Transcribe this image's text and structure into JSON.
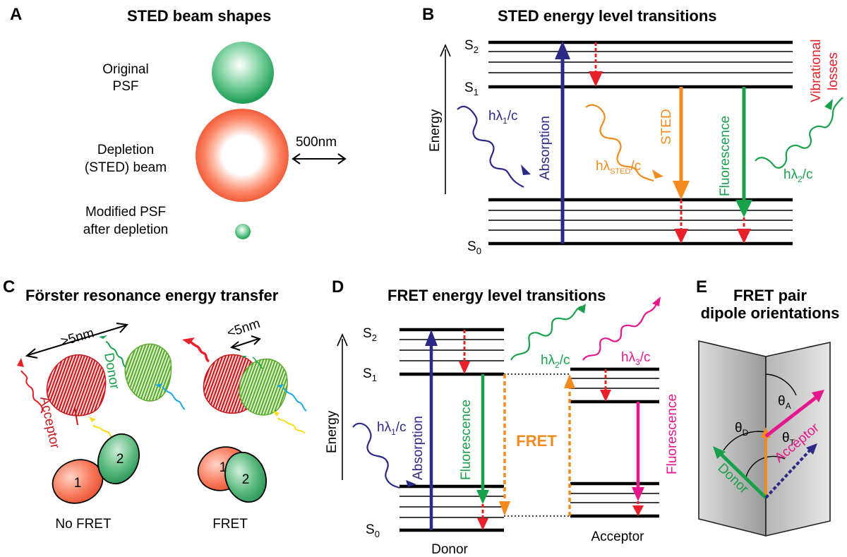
{
  "panels": {
    "A": {
      "letter": "A",
      "title": "STED beam shapes",
      "original_psf": [
        "Original",
        "PSF"
      ],
      "depletion": [
        "Depletion",
        "(STED) beam"
      ],
      "modified": [
        "Modified PSF",
        "after depletion"
      ],
      "scale": "500nm"
    },
    "B": {
      "letter": "B",
      "title": "STED energy level transitions",
      "energy": "Energy",
      "s2": "S",
      "s2_sub": "2",
      "s1": "S",
      "s1_sub": "1",
      "s0": "S",
      "s0_sub": "0",
      "absorption": "Absorption",
      "sted": "STED",
      "fluorescence": "Fluorescence",
      "vibrational": [
        "Vibrational",
        "losses"
      ],
      "photon1": {
        "pre": "hλ",
        "sub": "1",
        "post": "/c"
      },
      "photon_sted": {
        "pre": "hλ",
        "sub": "STED",
        "post": "/c"
      },
      "photon2": {
        "pre": "hλ",
        "sub": "2",
        "post": "/c"
      }
    },
    "C": {
      "letter": "C",
      "title": "Förster resonance energy transfer",
      "gt5": ">5nm",
      "lt5": "<5nm",
      "donor": "Donor",
      "acceptor": "Acceptor",
      "one": "1",
      "two": "2",
      "nofret": "No FRET",
      "fret": "FRET"
    },
    "D": {
      "letter": "D",
      "title": "FRET energy level transitions",
      "energy": "Energy",
      "s2": "S",
      "s2_sub": "2",
      "s1": "S",
      "s1_sub": "1",
      "s0": "S",
      "s0_sub": "0",
      "absorption": "Absorption",
      "fluorescence": "Fluorescence",
      "fret": "FRET",
      "donor": "Donor",
      "acceptor": "Acceptor",
      "photon1": {
        "pre": "hλ",
        "sub": "1",
        "post": "/c"
      },
      "photon2": {
        "pre": "hλ",
        "sub": "2",
        "post": "/c"
      },
      "photon3": {
        "pre": "hλ",
        "sub": "3",
        "post": "/c"
      }
    },
    "E": {
      "letter": "E",
      "title": [
        "FRET pair",
        "dipole orientations"
      ],
      "donor": "Donor",
      "acceptor": "Acceptor",
      "theta_a": {
        "pre": "θ",
        "sub": "A"
      },
      "theta_d": {
        "pre": "θ",
        "sub": "D"
      },
      "theta_t": {
        "pre": "θ",
        "sub": "T"
      }
    }
  },
  "colors": {
    "absorption": "#2b2a86",
    "sted": "#f28a1e",
    "fluorescence_green": "#18a14a",
    "vibrational_red": "#e8202a",
    "fluorescence_magenta": "#e6178c",
    "acceptor_protein": "#c8191e",
    "donor_protein": "#5bab2c"
  }
}
